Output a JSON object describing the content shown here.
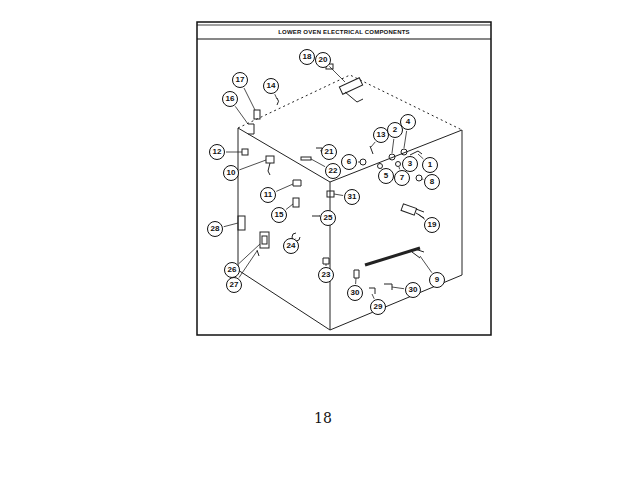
{
  "diagram": {
    "title": "LOWER OVEN ELECTRICAL COMPONENTS",
    "labels": [
      "18",
      "20",
      "17",
      "14",
      "16",
      "13",
      "2",
      "4",
      "1",
      "6",
      "5",
      "7",
      "3",
      "8",
      "12",
      "21",
      "10",
      "22",
      "11",
      "15",
      "31",
      "19",
      "28",
      "25",
      "26",
      "24",
      "27",
      "23",
      "9",
      "30",
      "29",
      "30",
      "18"
    ]
  }
}
